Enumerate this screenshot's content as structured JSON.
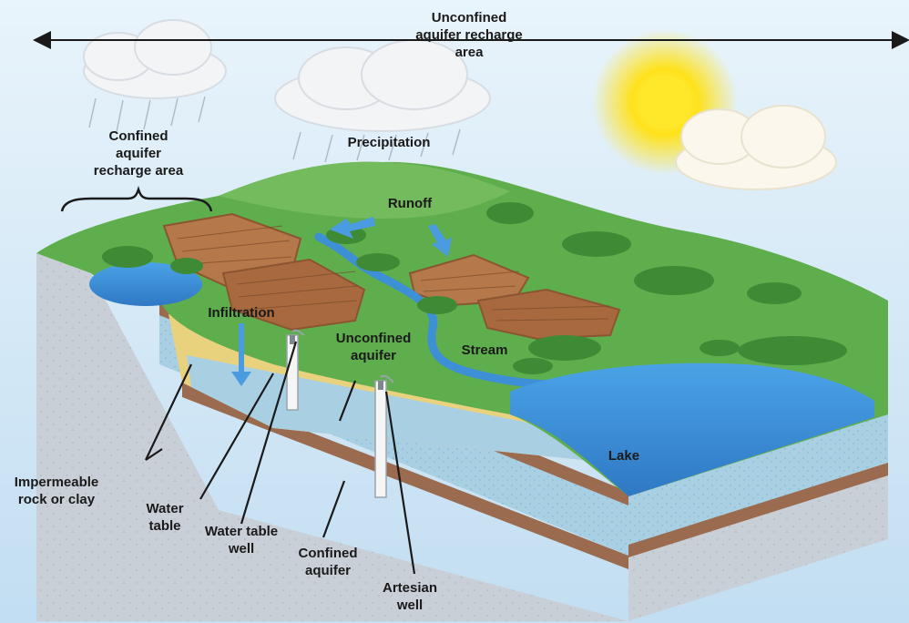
{
  "labels": {
    "unconfined_recharge": "Unconfined\naquifer recharge\narea",
    "confined_recharge": "Confined\naquifer\nrecharge area",
    "precipitation": "Precipitation",
    "runoff": "Runoff",
    "infiltration": "Infiltration",
    "unconfined_aquifer": "Unconfined\naquifer",
    "stream": "Stream",
    "lake": "Lake",
    "impermeable": "Impermeable\nrock or clay",
    "water_table": "Water\ntable",
    "water_table_well": "Water table\nwell",
    "confined_aquifer": "Confined\naquifer",
    "artesian_well": "Artesian\nwell"
  },
  "colors": {
    "sky": "#cfe6f5",
    "grass": "#5fae4e",
    "water": "#3d8fd6",
    "sand": "#e9d27e",
    "clay": "#9a6b4f",
    "rock": "#c9cfd6",
    "sun": "#ffe21a"
  }
}
